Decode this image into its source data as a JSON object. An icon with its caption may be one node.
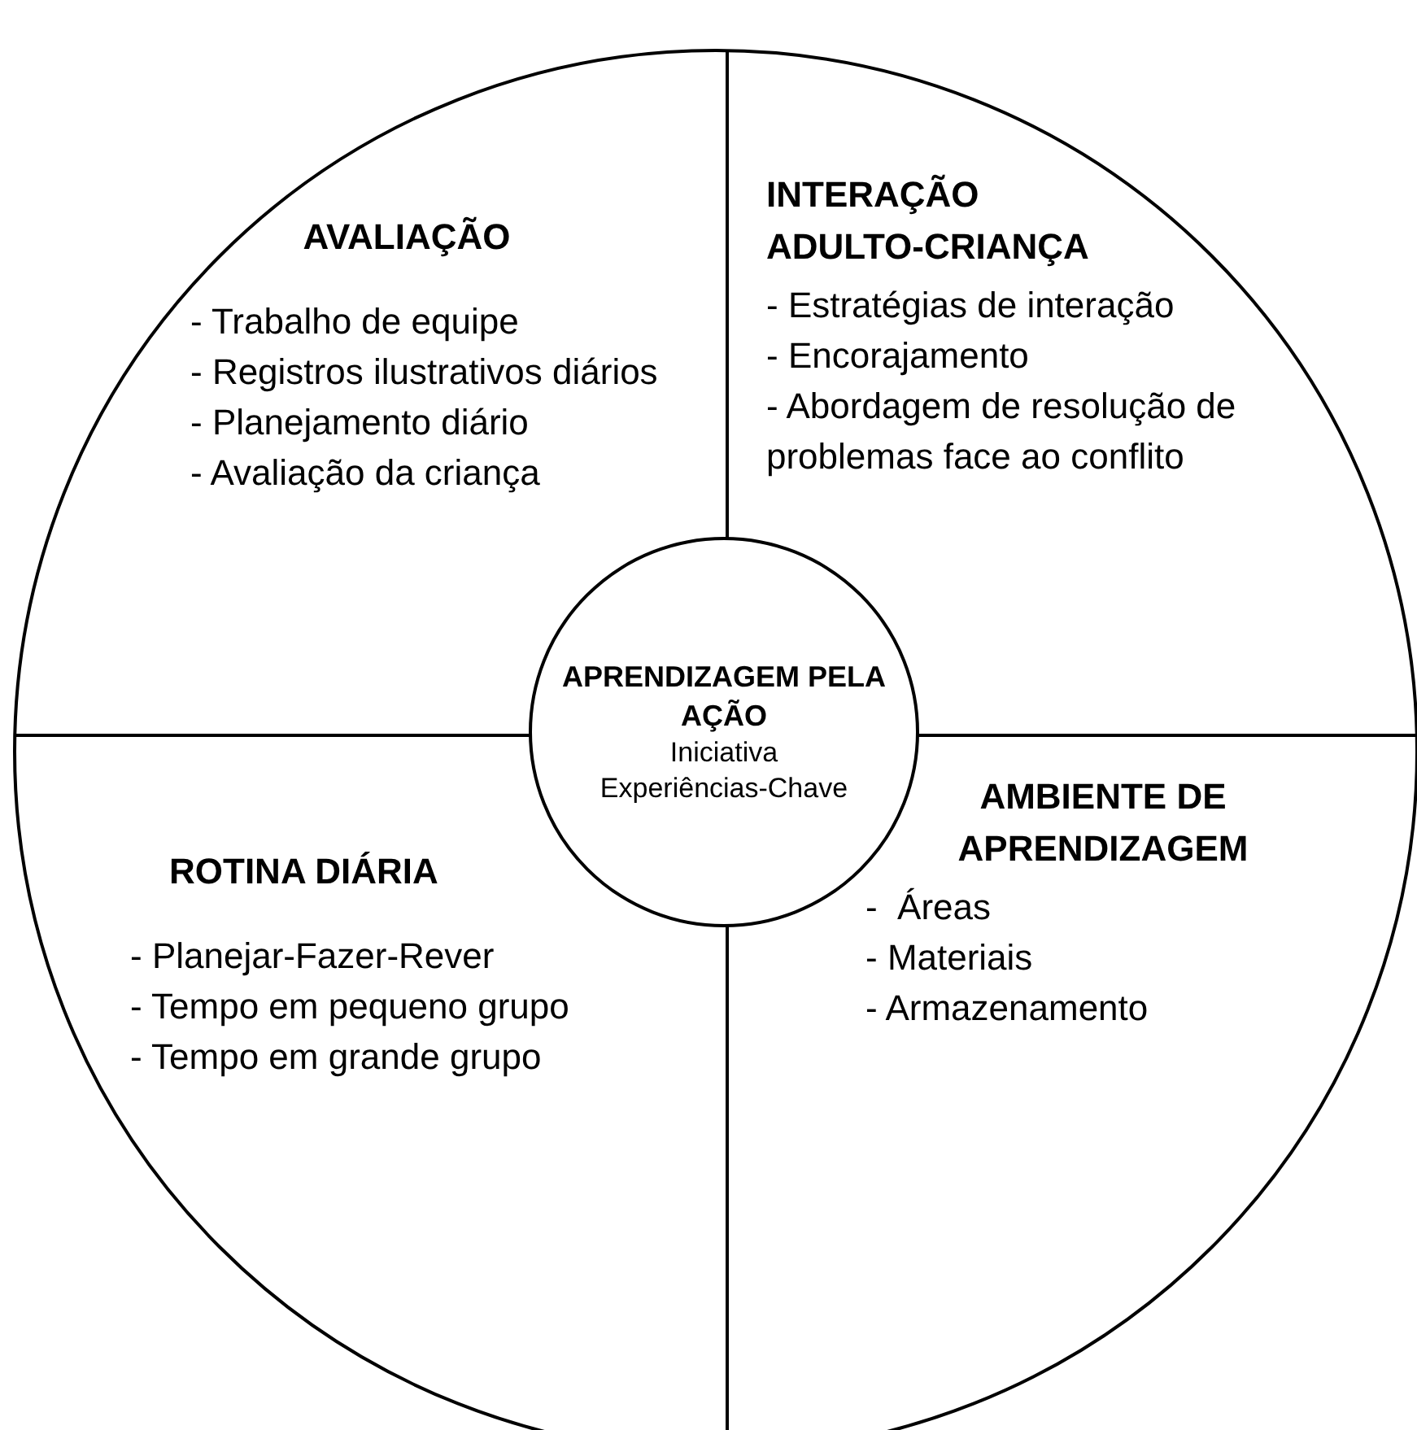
{
  "diagram": {
    "nodes": [
      {
        "text": [],
        "shape": "circle"
      },
      {
        "text": [
          "AVALIAÇÃO",
          "- Trabalho de equipe",
          "- Registros ilustrativos diários",
          "- Planejamento diário",
          "- Avaliação da criança"
        ],
        "in": 0
      },
      {
        "text": [
          "INTERAÇÃO ADULTO-CRIANÇA",
          "- Estratégias de interação",
          "- Encorajamento",
          "- Abordagem de resolução de problemas face ao conflito"
        ],
        "in": 0
      },
      {
        "text": [
          "APRENDIZAGEM PELA AÇÃO",
          "Iniciativa",
          "Experiências-Chave"
        ],
        "in": 0
      },
      {
        "text": [
          "ROTINA DIÁRIA",
          "- Planejar-Fazer-Rever",
          "- Tempo em pequeno grupo",
          "- Tempo em grande grupo"
        ],
        "in": 0
      },
      {
        "text": [
          "AMBIENTE DE APRENDIZAGEM",
          "-  Áreas",
          "- Materiais",
          "- Armazenamento"
        ],
        "in": 0
      }
    ]
  }
}
